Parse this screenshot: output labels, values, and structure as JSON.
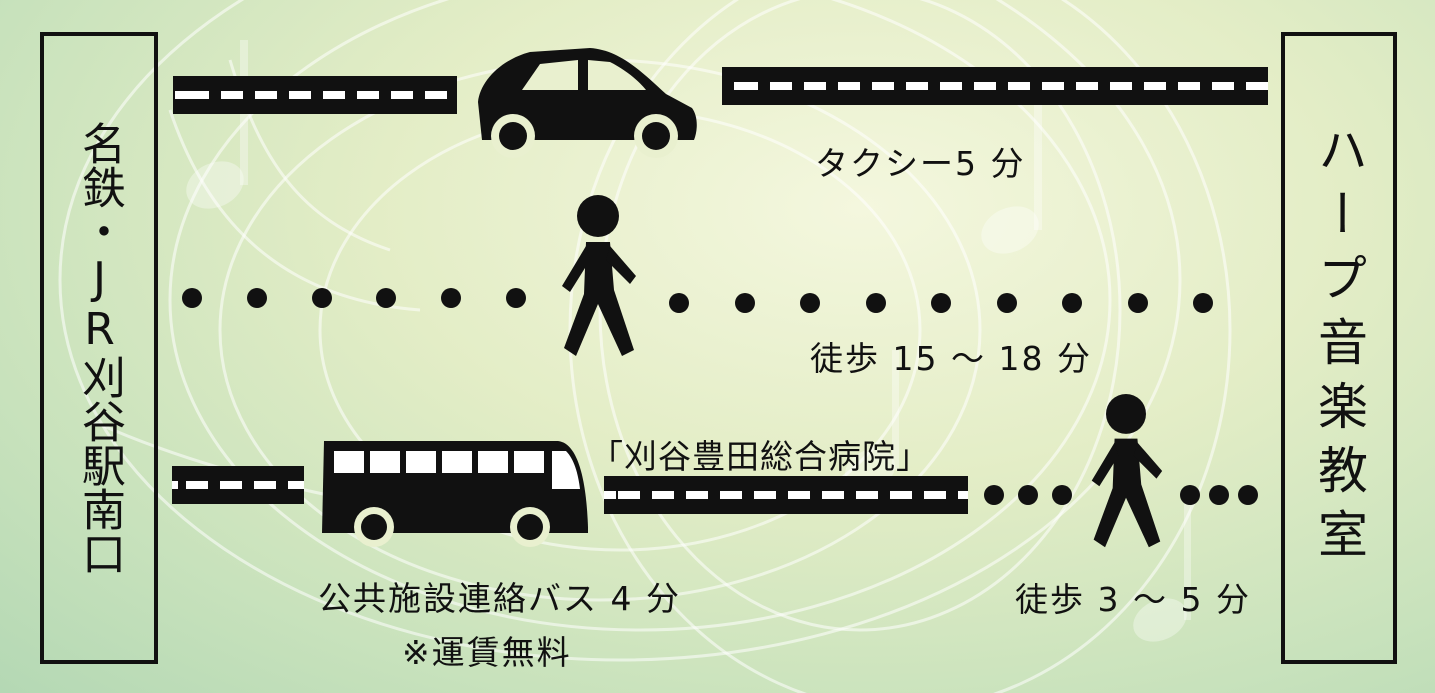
{
  "origin": {
    "name": "名鉄・JR刈谷駅南口"
  },
  "destination": {
    "name": "ハープ音楽教室"
  },
  "routes": {
    "taxi": {
      "label": "タクシー5 分",
      "icon": "car-icon"
    },
    "walk": {
      "label": "徒歩 15 〜 18 分",
      "icon": "walking-person-icon"
    },
    "bus": {
      "stop_label": "「刈谷豊田総合病院」",
      "label": "公共施設連絡バス 4 分",
      "note": "※運賃無料",
      "icon": "bus-icon",
      "walk_label": "徒歩 3 〜 5 分",
      "walk_icon": "walking-person-icon"
    }
  },
  "colors": {
    "ink": "#111111",
    "background": "#e3edc6"
  }
}
